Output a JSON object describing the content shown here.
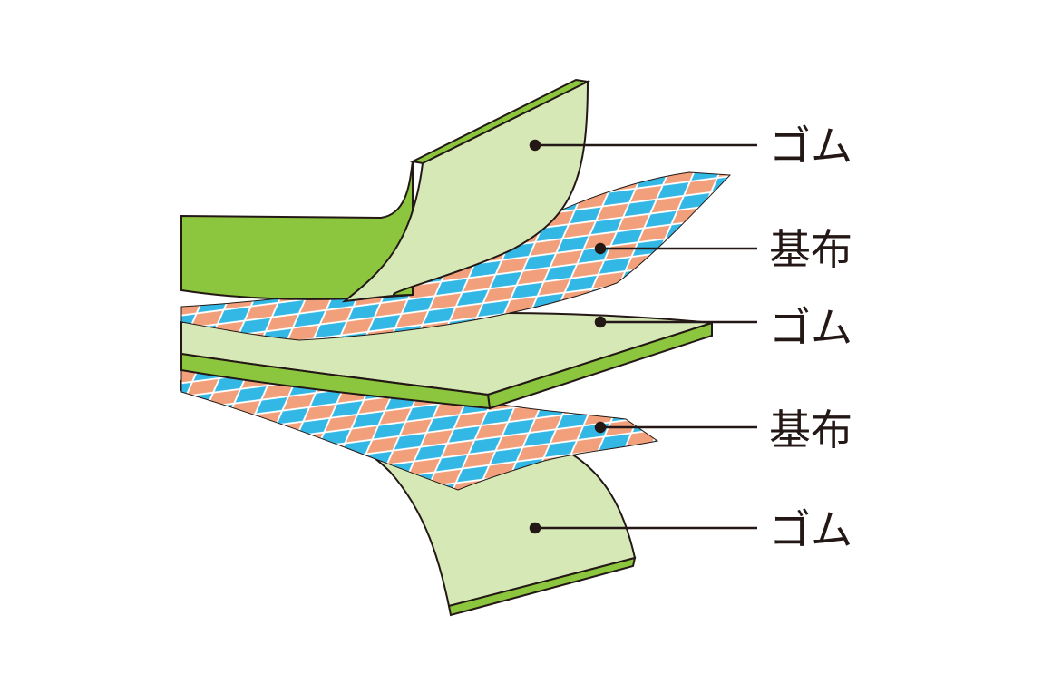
{
  "labels": [
    "ゴム",
    "基布",
    "ゴム",
    "基布",
    "ゴム"
  ],
  "colors": {
    "rubber_face": "#d5e8b6",
    "rubber_edge": "#8cc63f",
    "fabric_orange": "#f2a07b",
    "fabric_blue": "#33b8e6",
    "outline": "#231815",
    "background": "#ffffff"
  }
}
